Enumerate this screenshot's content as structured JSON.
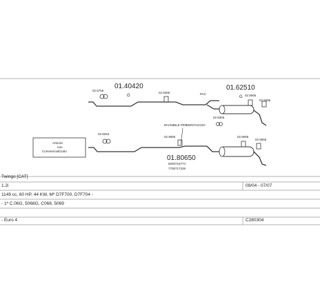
{
  "parts": {
    "top_pipe_code": "01.40420",
    "top_pipe_sub": "G",
    "top_clamp_left": "02.5765",
    "top_hanger": "02.9365",
    "top_mark": "PAC",
    "top_silencer_code": "01.62510",
    "top_silencer_sub": "G",
    "top_clamp_right1": "02.9065",
    "top_clamp_right2": "02.9365",
    "warning_line1": "DIVISIBILE PER",
    "warning_line2": "MONTAGGIO",
    "warn_part": "02.8365",
    "bottom_clamp_left": "02.8263",
    "bottom_clamp_mid": "02.9065",
    "bottom_silencer_code": "01.80650",
    "bottom_silencer_sub1": "8200716774",
    "bottom_silencer_sub2": "7700717239",
    "bottom_clamp_right1": "02.9065",
    "bottom_clamp_right2": "02.9065",
    "commercial_line1": "Articolo",
    "commercial_line2": "non",
    "commercial_line3": "Commercializzato"
  },
  "table": {
    "row1_left": "Twingo  [CAT]",
    "row2_left": "1.2i",
    "row2_right": "09/04 - 07/07",
    "row3_left": "1149 cc, 60 HP, 44 KW, Mº D7F700, D7F704 -",
    "row4_left": "- 1º C.06G, 5068G, C068, 5069",
    "row5_left": "- Euro 4",
    "row5_right": "C280304"
  }
}
